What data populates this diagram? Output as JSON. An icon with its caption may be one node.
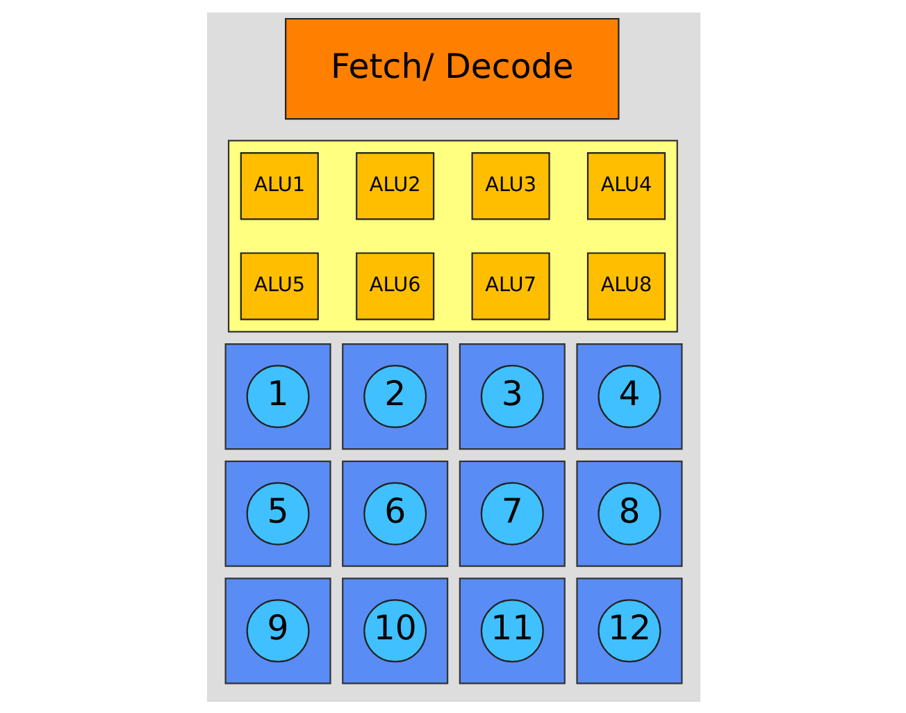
{
  "diagram": {
    "nodes": [
      {
        "text": [
          "Fetch/ Decode"
        ]
      },
      {
        "text": [],
        "shape": "box"
      },
      {
        "text": [
          "ALU1"
        ],
        "in": 1
      },
      {
        "text": [
          "ALU2"
        ],
        "in": 1
      },
      {
        "text": [
          "ALU3"
        ],
        "in": 1
      },
      {
        "text": [
          "ALU4"
        ],
        "in": 1
      },
      {
        "text": [
          "ALU5"
        ],
        "in": 1
      },
      {
        "text": [
          "ALU6"
        ],
        "in": 1
      },
      {
        "text": [
          "ALU7"
        ],
        "in": 1
      },
      {
        "text": [
          "ALU8"
        ],
        "in": 1
      },
      {
        "text": [],
        "shape": "box"
      },
      {
        "text": [
          "1"
        ],
        "in": 10
      },
      {
        "text": [],
        "shape": "box"
      },
      {
        "text": [
          "2"
        ],
        "in": 12
      },
      {
        "text": [],
        "shape": "box"
      },
      {
        "text": [
          "3"
        ],
        "in": 14
      },
      {
        "text": [],
        "shape": "box"
      },
      {
        "text": [
          "4"
        ],
        "in": 16
      },
      {
        "text": [],
        "shape": "box"
      },
      {
        "text": [
          "5"
        ],
        "in": 18
      },
      {
        "text": [],
        "shape": "box"
      },
      {
        "text": [
          "6"
        ],
        "in": 20
      },
      {
        "text": [],
        "shape": "box"
      },
      {
        "text": [
          "7"
        ],
        "in": 22
      },
      {
        "text": [],
        "shape": "box"
      },
      {
        "text": [
          "8"
        ],
        "in": 24
      },
      {
        "text": [],
        "shape": "box"
      },
      {
        "text": [
          "9"
        ],
        "in": 26
      },
      {
        "text": [],
        "shape": "box"
      },
      {
        "text": [
          "10"
        ],
        "in": 28
      },
      {
        "text": [],
        "shape": "box"
      },
      {
        "text": [
          "11"
        ],
        "in": 30
      },
      {
        "text": [],
        "shape": "box"
      },
      {
        "text": [
          "12"
        ],
        "in": 32
      }
    ]
  }
}
